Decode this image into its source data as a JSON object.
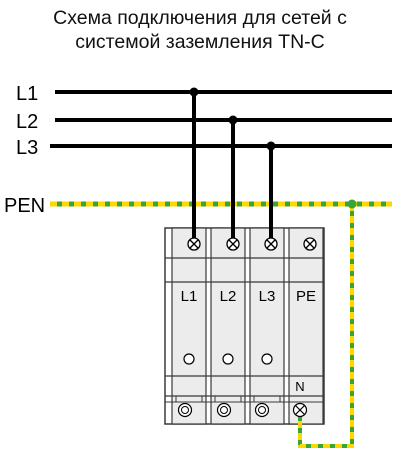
{
  "title": {
    "line1": "Схема подключения для сетей с",
    "line2": "системой заземления TN-C"
  },
  "lines": {
    "l1": "L1",
    "l2": "L2",
    "l3": "L3",
    "pen": "PEN"
  },
  "modules": [
    {
      "label": "L1"
    },
    {
      "label": "L2"
    },
    {
      "label": "L3"
    },
    {
      "label": "PE",
      "bottom_label": "N"
    }
  ],
  "colors": {
    "wire": "#000000",
    "pen_yellow": "#ffd700",
    "pen_green": "#3aa335",
    "device_fill": "#e9e9e9",
    "device_stroke": "#3a3a3a"
  },
  "icons": [
    "terminal-screw-icon",
    "indicator-circle-icon"
  ]
}
